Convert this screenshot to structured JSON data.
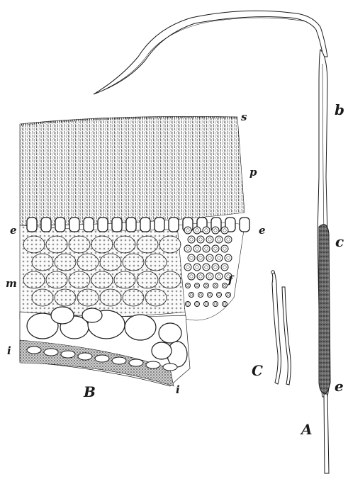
{
  "figure": {
    "section_labels": {
      "s": "s",
      "p": "p",
      "e_left": "e",
      "e_right": "e",
      "m": "m",
      "f": "f",
      "i_left": "i",
      "i_right": "i",
      "B": "B"
    },
    "hair_labels": {
      "C": "C"
    },
    "stalk_labels": {
      "b": "b",
      "c": "c",
      "e": "e",
      "A": "A"
    }
  },
  "colors": {
    "ink": "#1a1a1a",
    "stipple": "#3a3a3a",
    "paper": "#ffffff"
  }
}
